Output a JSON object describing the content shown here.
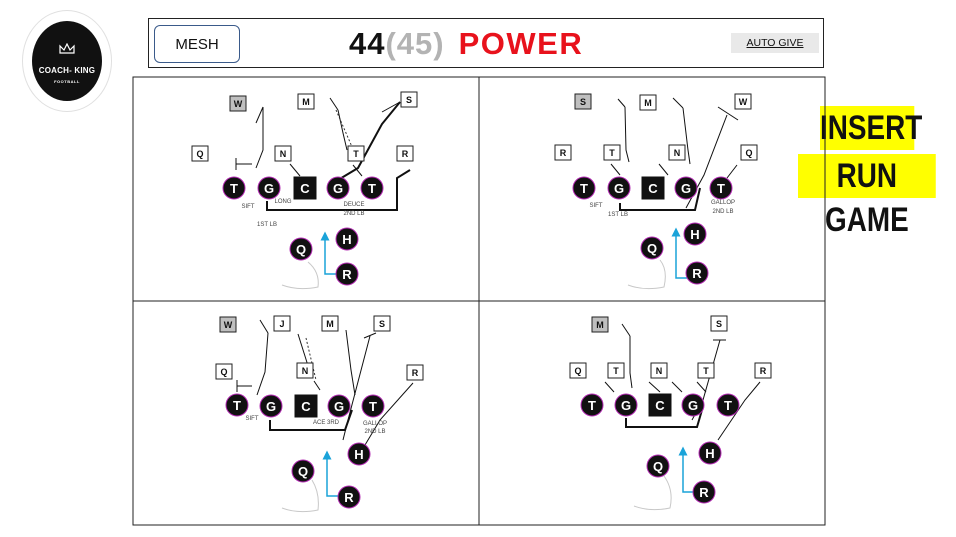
{
  "logo": {
    "line1": "COACH- KING",
    "line2": "FOOTBALL"
  },
  "header": {
    "mesh_label": "MESH",
    "title_number": "44",
    "title_paren": "(45)",
    "title_play": "POWER",
    "auto_give_label": "AUTO GIVE"
  },
  "insert_label": {
    "line1": "INSERT",
    "line2": "RUN GAME"
  },
  "colors": {
    "power_red": "#e8121c",
    "qb_read_arrow": "#1aa3d9",
    "insert_highlight": "#ffff00",
    "player_fill": "#111111"
  },
  "panels": [
    {
      "position": "top-left",
      "defenders": [
        "W",
        "M",
        "S",
        "Q",
        "N",
        "T",
        "R"
      ],
      "offense": [
        "T",
        "G",
        "C",
        "G",
        "T",
        "H",
        "Q",
        "R"
      ],
      "notes": [
        "SIFT",
        "LONG",
        "DEUCE",
        "2ND LB",
        "1ST LB"
      ]
    },
    {
      "position": "top-right",
      "defenders": [
        "S",
        "M",
        "W",
        "R",
        "T",
        "N",
        "Q"
      ],
      "offense": [
        "T",
        "G",
        "C",
        "G",
        "T",
        "H",
        "Q",
        "R"
      ],
      "notes": [
        "SIFT",
        "GALLOP",
        "2ND LB",
        "1ST LB"
      ]
    },
    {
      "position": "bottom-left",
      "defenders": [
        "W",
        "J",
        "M",
        "S",
        "Q",
        "N",
        "R"
      ],
      "offense": [
        "T",
        "G",
        "C",
        "G",
        "T",
        "H",
        "Q",
        "R"
      ],
      "notes": [
        "SIFT",
        "ACE 3RD",
        "GALLOP",
        "2ND LB"
      ]
    },
    {
      "position": "bottom-right",
      "defenders": [
        "M",
        "S",
        "Q",
        "T",
        "N",
        "T",
        "R"
      ],
      "offense": [
        "T",
        "G",
        "C",
        "G",
        "T",
        "H",
        "Q",
        "R"
      ],
      "notes": []
    }
  ]
}
